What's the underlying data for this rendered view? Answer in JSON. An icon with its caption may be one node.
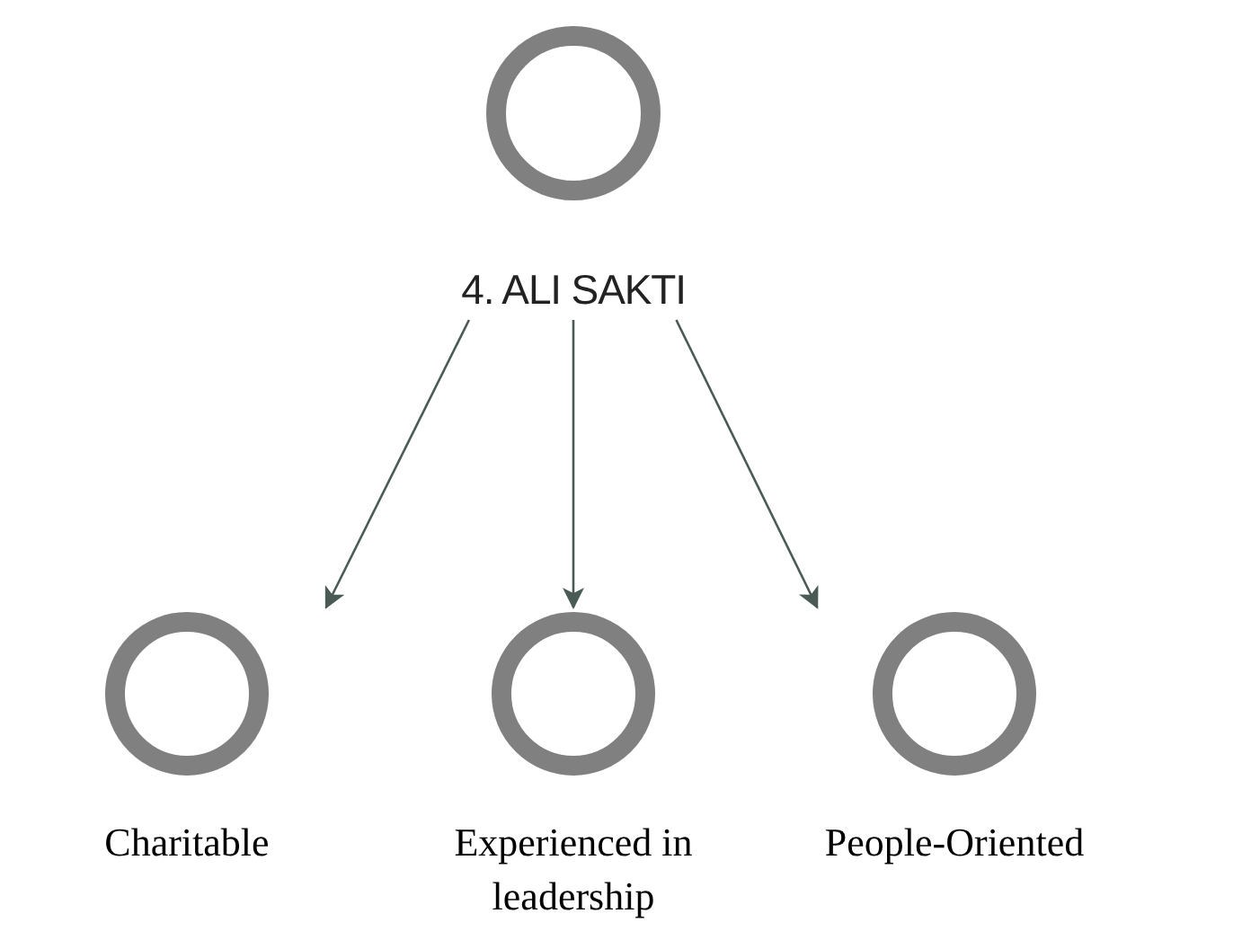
{
  "diagram": {
    "nodes": [
      {
        "text": [
          "4. ALI SAKTI"
        ]
      },
      {
        "text": [
          "Charitable"
        ]
      },
      {
        "text": [
          "Experienced in leadership"
        ]
      },
      {
        "text": [
          "People-Oriented"
        ]
      }
    ],
    "edges": [
      {
        "from": 0,
        "to": 1,
        "arrow": "to"
      },
      {
        "from": 0,
        "to": 2,
        "arrow": "to"
      },
      {
        "from": 0,
        "to": 3,
        "arrow": "to"
      }
    ]
  }
}
